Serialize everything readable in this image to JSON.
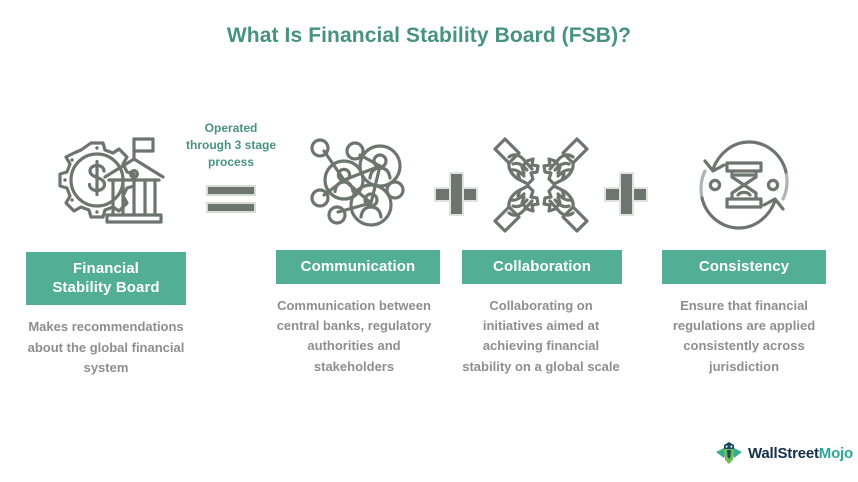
{
  "page": {
    "title": "What Is Financial Stability Board (FSB)?",
    "background": "#ffffff",
    "accent_color": "#52ae95",
    "title_color": "#47937f",
    "icon_color": "#6e7571",
    "body_text_color": "#8e8e8e"
  },
  "main_entity": {
    "icon": "gear-dollar-bank-icon",
    "badge_label": "Financial\nStability Board",
    "badge_line1": "Financial",
    "badge_line2": "Stability Board",
    "description": "Makes recommendations about the global financial system"
  },
  "connector": {
    "caption": "Operated through 3 stage process",
    "symbol": "equals-sign"
  },
  "operators": [
    {
      "name": "plus-1",
      "symbol": "plus-sign"
    },
    {
      "name": "plus-2",
      "symbol": "plus-sign"
    }
  ],
  "stages": [
    {
      "key": "communication",
      "icon": "network-people-icon",
      "badge_label": "Communication",
      "description": "Communication between central banks, regulatory authorities and stakeholders"
    },
    {
      "key": "collaboration",
      "icon": "hands-puzzle-pieces-icon",
      "badge_label": "Collaboration",
      "description": "Collaborating on initiatives aimed at achieving financial stability on a global scale"
    },
    {
      "key": "consistency",
      "icon": "hourglass-refresh-icon",
      "badge_label": "Consistency",
      "description": "Ensure that financial regulations are applied consistently across jurisdiction"
    }
  ],
  "brand": {
    "icon": "wallstreetmojo-bull-icon",
    "name_part1": "WallStreet",
    "name_part2": "Mojo"
  }
}
